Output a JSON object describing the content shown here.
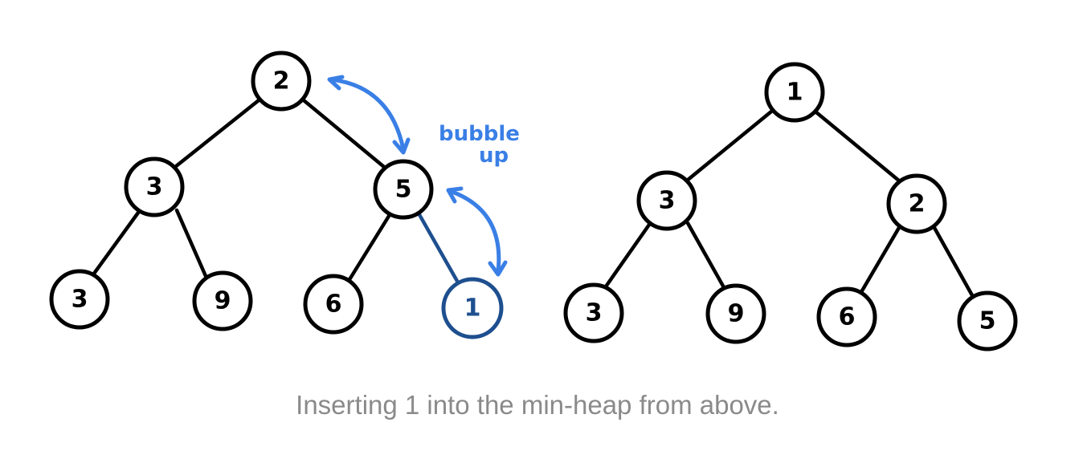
{
  "colors": {
    "highlight_node": "#1e4f8f",
    "arrow": "#3a7fe6",
    "caption": "#8a8a8a"
  },
  "before_tree": {
    "nodes": [
      "2",
      "3",
      "5",
      "3",
      "9",
      "6",
      "1"
    ],
    "inserted_node": "1",
    "annotation": [
      "bubble",
      "up"
    ]
  },
  "after_tree": {
    "nodes": [
      "1",
      "3",
      "2",
      "3",
      "9",
      "6",
      "5"
    ]
  },
  "caption": "Inserting 1 into the min-heap from above."
}
